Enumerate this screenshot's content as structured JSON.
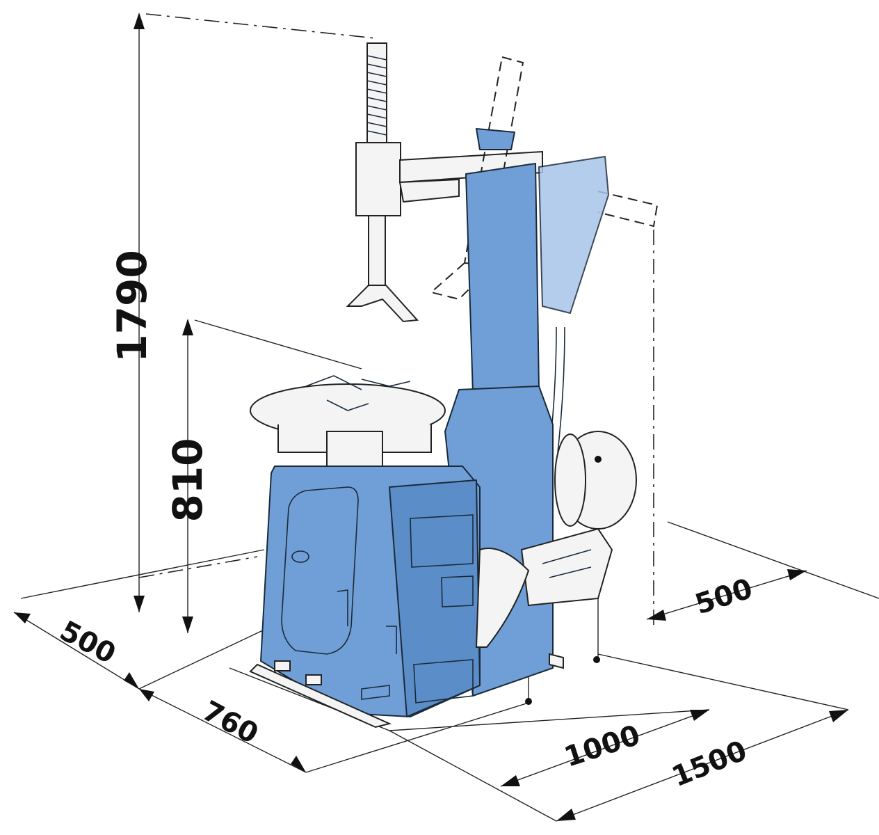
{
  "colors": {
    "machine_blue": "#6f9fd6",
    "machine_blue_dark": "#5b8dc8",
    "machine_blue_light": "#a9c5ea",
    "line": "#1a1a1a"
  },
  "dimensions": {
    "total_height": "1790",
    "table_height": "810",
    "base_depth_left": "500",
    "base_width": "760",
    "right_offset": "500",
    "depth_main": "1000",
    "depth_total": "1500"
  }
}
